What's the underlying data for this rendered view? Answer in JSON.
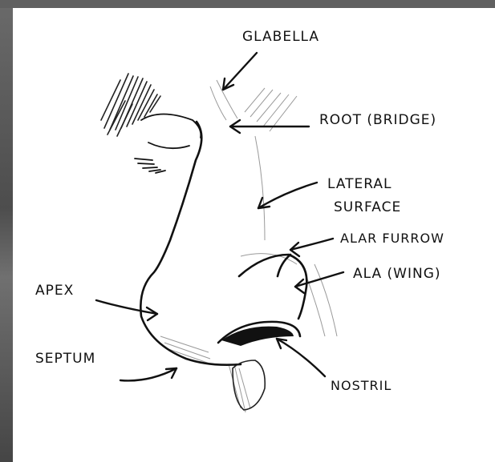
{
  "labels": {
    "glabella": "GLABELLA",
    "root": "ROOT (BRIDGE)",
    "lateral_1": "LATERAL",
    "lateral_2": "SURFACE",
    "alar_furrow": "ALAR FURROW",
    "ala": "ALA (WING)",
    "apex": "APEX",
    "septum": "SEPTUM",
    "nostril": "NOSTRIL"
  }
}
